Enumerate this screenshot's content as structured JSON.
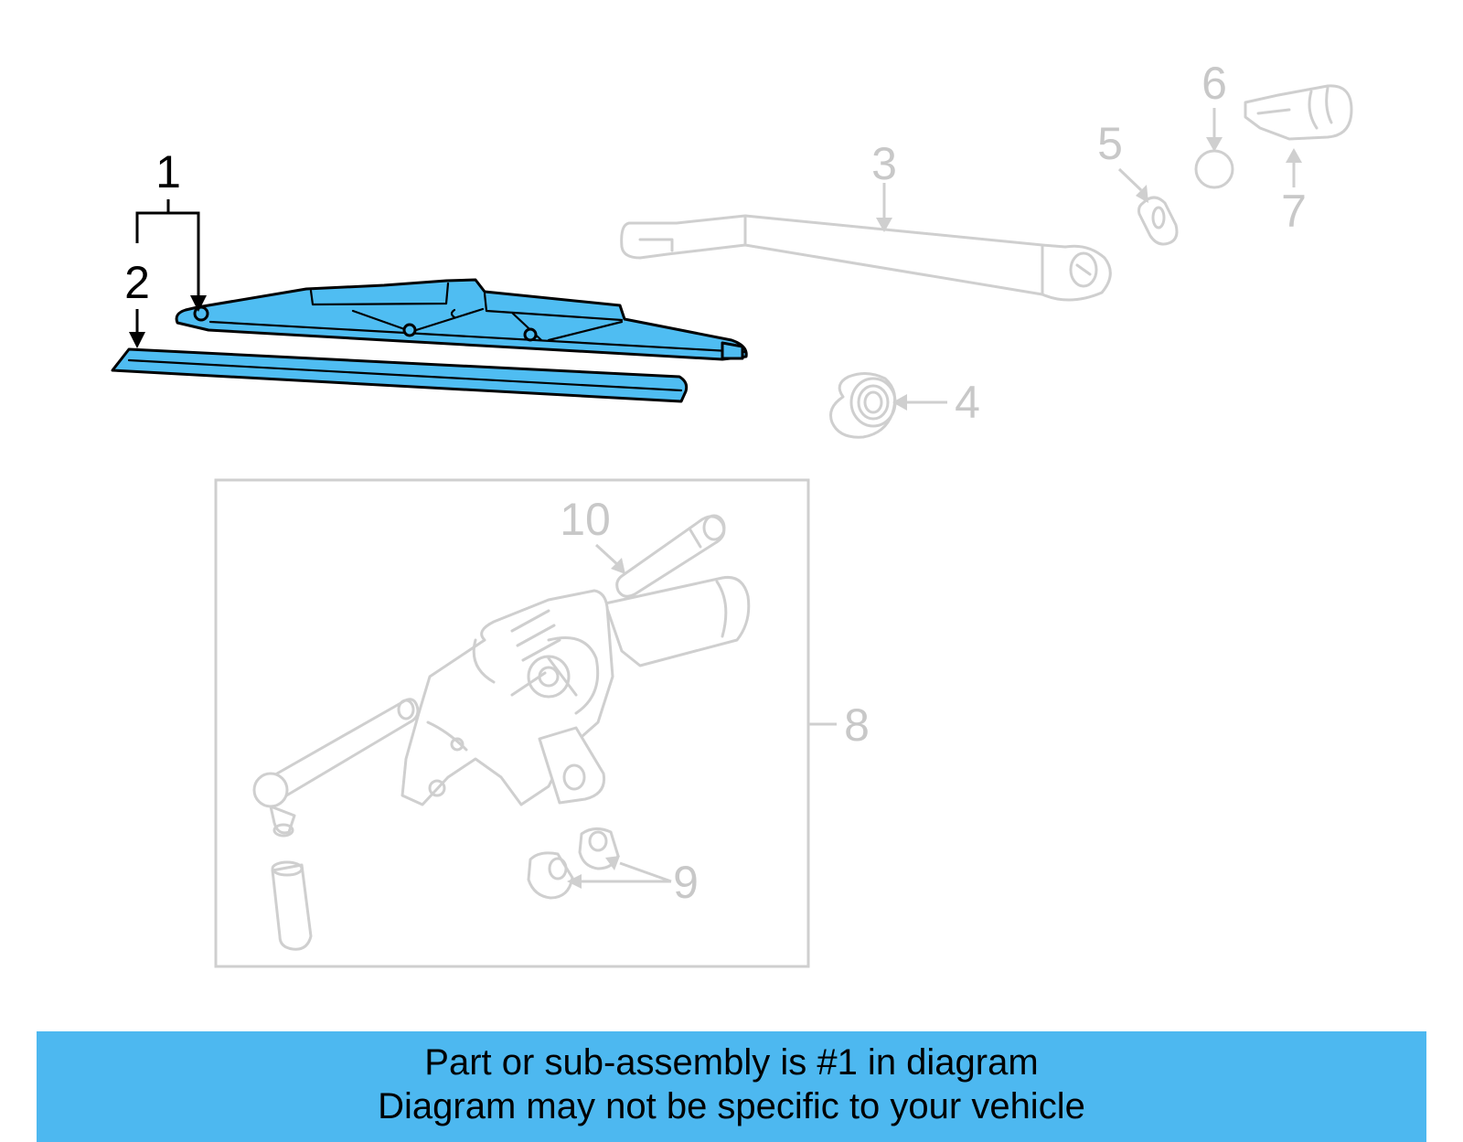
{
  "diagram": {
    "callouts": {
      "c1": "1",
      "c2": "2",
      "c3": "3",
      "c4": "4",
      "c5": "5",
      "c6": "6",
      "c7": "7",
      "c8": "8",
      "c9": "9",
      "c10": "10"
    },
    "highlighted_parts": [
      "1",
      "2"
    ],
    "colors": {
      "highlight": "#4fbdf2",
      "banner": "#4db8f0",
      "faded": "#cfcfcf"
    },
    "banner": {
      "line1": "Part or sub-assembly is #1 in diagram",
      "line2": "Diagram may not be specific to your vehicle"
    }
  }
}
